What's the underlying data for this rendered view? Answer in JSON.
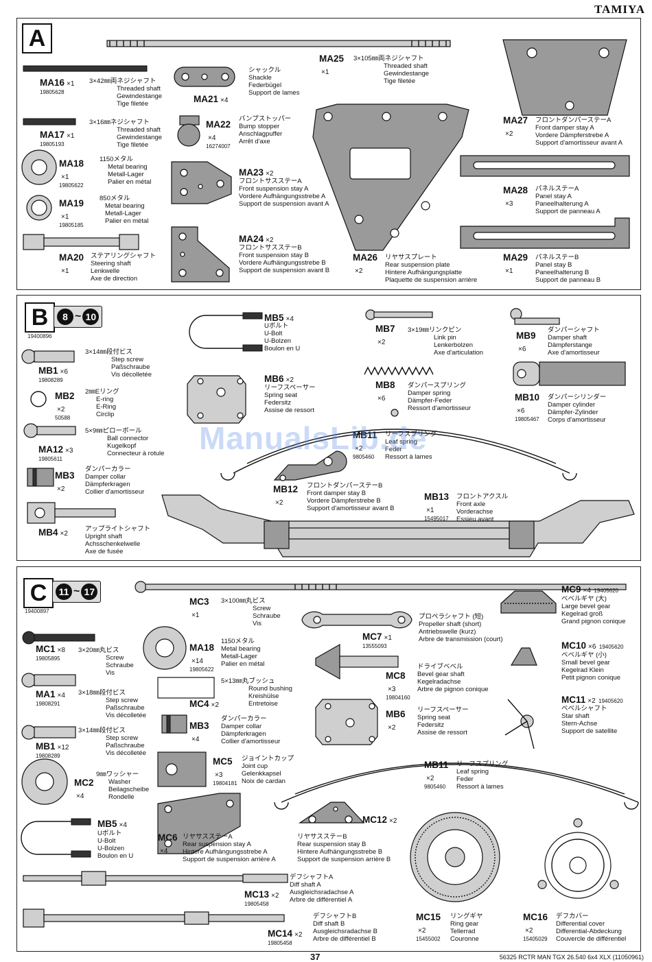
{
  "brand": "TAMIYA",
  "watermark": "ManualsLib.de",
  "footer": {
    "page": "37",
    "model": "56325 RCTR MAN TGX 26.540 6x4 XLX (11050961)"
  },
  "sections": {
    "A": {
      "letter": "A"
    },
    "B": {
      "letter": "B",
      "step_from": "8",
      "step_sep": "~",
      "step_to": "10",
      "pid": "19400896"
    },
    "C": {
      "letter": "C",
      "step_from": "11",
      "step_sep": "~",
      "step_to": "17",
      "pid": "19400897"
    }
  },
  "parts": {
    "MA16": {
      "code": "MA16",
      "qty": "×1",
      "num": "19805628",
      "desc": [
        "3×42㎜両ネジシャフト",
        "Threaded shaft",
        "Gewindestange",
        "Tige filetée"
      ]
    },
    "MA17": {
      "code": "MA17",
      "qty": "×1",
      "num": "19805193",
      "desc": [
        "3×16㎜ネジシャフト",
        "Threaded shaft",
        "Gewindestange",
        "Tige filetée"
      ]
    },
    "MA18": {
      "code": "MA18",
      "qty": "×1",
      "num": "19805622",
      "desc": [
        "1150メタル",
        "Metal bearing",
        "Metall-Lager",
        "Palier en métal"
      ]
    },
    "MA19": {
      "code": "MA19",
      "qty": "×1",
      "num": "19805185",
      "desc": [
        "850メタル",
        "Metal bearing",
        "Metall-Lager",
        "Palier en métal"
      ]
    },
    "MA20": {
      "code": "MA20",
      "qty": "×1",
      "num": "",
      "desc": [
        "ステアリングシャフト",
        "Steering shaft",
        "Lenkwelle",
        "Axe de direction"
      ]
    },
    "MA21": {
      "code": "MA21",
      "qty": "×4",
      "num": "",
      "desc": [
        "シャックル",
        "Shackle",
        "Federbügel",
        "Support de lames"
      ]
    },
    "MA22": {
      "code": "MA22",
      "qty": "×4",
      "num": "16274007",
      "desc": [
        "バンプストッパー",
        "Bump stopper",
        "Anschlagpuffer",
        "Arrêt d'axe"
      ]
    },
    "MA23": {
      "code": "MA23",
      "qty": "×2",
      "num": "",
      "desc": [
        "フロントサスステーA",
        "Front suspension stay A",
        "Vordere Aufhängungsstrebe A",
        "Support de suspension avant A"
      ]
    },
    "MA24": {
      "code": "MA24",
      "qty": "×2",
      "num": "",
      "desc": [
        "フロントサスステーB",
        "Front suspension stay B",
        "Vordere Aufhängungsstrebe B",
        "Support de suspension avant B"
      ]
    },
    "MA25": {
      "code": "MA25",
      "qty": "×1",
      "num": "",
      "desc": [
        "3×105㎜両ネジシャフト",
        "Threaded shaft",
        "Gewindestange",
        "Tige filetée"
      ]
    },
    "MA26": {
      "code": "MA26",
      "qty": "×2",
      "num": "",
      "desc": [
        "リヤサスプレート",
        "Rear suspension plate",
        "Hintere Aufhängungsplatte",
        "Plaquette de suspension arrière"
      ]
    },
    "MA27": {
      "code": "MA27",
      "qty": "×2",
      "num": "",
      "desc": [
        "フロントダンパーステーA",
        "Front damper stay A",
        "Vordere Dämpferstrebe A",
        "Support d'amortisseur avant A"
      ]
    },
    "MA28": {
      "code": "MA28",
      "qty": "×3",
      "num": "",
      "desc": [
        "パネルステーA",
        "Panel stay A",
        "Paneelhalterung A",
        "Support de panneau A"
      ]
    },
    "MA29": {
      "code": "MA29",
      "qty": "×1",
      "num": "",
      "desc": [
        "パネルステーB",
        "Panel stay B",
        "Paneelhalterung B",
        "Support de panneau B"
      ]
    },
    "MB1": {
      "code": "MB1",
      "qty": "×6",
      "num": "19808289",
      "desc": [
        "3×14㎜段付ビス",
        "Step screw",
        "Paßschraube",
        "Vis décolletée"
      ]
    },
    "MB2": {
      "code": "MB2",
      "qty": "×2",
      "num": "50588",
      "desc": [
        "2㎜Eリング",
        "E-ring",
        "E-Ring",
        "Circlip"
      ]
    },
    "MB12a": {
      "code": "MA12",
      "qty": "×3",
      "num": "19805611",
      "desc": [
        "5×9㎜ピローボール",
        "Ball connector",
        "Kugelkopf",
        "Connecteur à rotule"
      ]
    },
    "MB3": {
      "code": "MB3",
      "qty": "×2",
      "num": "",
      "desc": [
        "ダンパーカラー",
        "Damper collar",
        "Dämpferkragen",
        "Collier d'amortisseur"
      ]
    },
    "MB4": {
      "code": "MB4",
      "qty": "×2",
      "num": "",
      "desc": [
        "アップライトシャフト",
        "Upright shaft",
        "Achsschenkelwelle",
        "Axe de fusée"
      ]
    },
    "MB5": {
      "code": "MB5",
      "qty": "×4",
      "num": "",
      "desc": [
        "Uボルト",
        "U-Bolt",
        "U-Bolzen",
        "Boulon en U"
      ]
    },
    "MB6": {
      "code": "MB6",
      "qty": "×2",
      "num": "",
      "desc": [
        "リーフスペーサー",
        "Spring seat",
        "Federsitz",
        "Assise de ressort"
      ]
    },
    "MB7": {
      "code": "MB7",
      "qty": "×2",
      "num": "",
      "desc": [
        "3×19㎜リンクピン",
        "Link pin",
        "Lenkerbolzen",
        "Axe d'articulation"
      ]
    },
    "MB8": {
      "code": "MB8",
      "qty": "×6",
      "num": "",
      "desc": [
        "ダンパースプリング",
        "Damper spring",
        "Dämpfer-Feder",
        "Ressort d'amortisseur"
      ]
    },
    "MB9": {
      "code": "MB9",
      "qty": "×6",
      "num": "",
      "desc": [
        "ダンパーシャフト",
        "Damper shaft",
        "Dämpferstange",
        "Axe d'amortisseur"
      ]
    },
    "MB10": {
      "code": "MB10",
      "qty": "×6",
      "num": "19805467",
      "desc": [
        "ダンパーシリンダー",
        "Damper cylinder",
        "Dämpfer-Zylinder",
        "Corps d'amortisseur"
      ]
    },
    "MB11": {
      "code": "MB11",
      "qty": "×2",
      "num": "9805460",
      "desc": [
        "リーフスプリング",
        "Leaf spring",
        "Feder",
        "Ressort à lames"
      ]
    },
    "MB12": {
      "code": "MB12",
      "qty": "×2",
      "num": "",
      "desc": [
        "フロントダンパーステーB",
        "Front damper stay B",
        "Vordere Dämpferstrebe B",
        "Support d'amortisseur avant B"
      ]
    },
    "MB13": {
      "code": "MB13",
      "qty": "×1",
      "num": "15495017",
      "desc": [
        "フロントアクスル",
        "Front axle",
        "Vorderachse",
        "Essieu avant"
      ]
    },
    "MC3": {
      "code": "MC3",
      "qty": "×1",
      "num": "",
      "desc": [
        "3×100㎜丸ビス",
        "Screw",
        "Schraube",
        "Vis"
      ]
    },
    "MC1": {
      "code": "MC1",
      "qty": "×8",
      "num": "19805895",
      "desc": [
        "3×20㎜丸ビス",
        "Screw",
        "Schraube",
        "Vis"
      ]
    },
    "MA1": {
      "code": "MA1",
      "qty": "×4",
      "num": "19808291",
      "desc": [
        "3×18㎜段付ビス",
        "Step screw",
        "Paßschraube",
        "Vis décolletée"
      ]
    },
    "MB1c": {
      "code": "MB1",
      "qty": "×12",
      "num": "19808289",
      "desc": [
        "3×14㎜段付ビス",
        "Step screw",
        "Paßschraube",
        "Vis décolletée"
      ]
    },
    "MC2": {
      "code": "MC2",
      "qty": "×4",
      "num": "",
      "desc": [
        "9㎜ワッシャー",
        "Washer",
        "Beilagscheibe",
        "Rondelle"
      ]
    },
    "MB5c": {
      "code": "MB5",
      "qty": "×4",
      "num": "",
      "desc": [
        "Uボルト",
        "U-Bolt",
        "U-Bolzen",
        "Boulon en U"
      ]
    },
    "MA18c": {
      "code": "MA18",
      "qty": "×14",
      "num": "19805622",
      "desc": [
        "1150メタル",
        "Metal bearing",
        "Metall-Lager",
        "Palier en métal"
      ]
    },
    "MC4": {
      "code": "MC4",
      "qty": "×2",
      "num": "",
      "desc": [
        "5×13㎜丸ブッシュ",
        "Round bushing",
        "Kreishülse",
        "Entretoise"
      ]
    },
    "MB3c": {
      "code": "MB3",
      "qty": "×4",
      "num": "",
      "desc": [
        "ダンパーカラー",
        "Damper collar",
        "Dämpferkragen",
        "Collier d'amortisseur"
      ]
    },
    "MC5": {
      "code": "MC5",
      "qty": "×3",
      "num": "19804181",
      "desc": [
        "ジョイントカップ",
        "Joint cup",
        "Gelenkkapsel",
        "Noix de cardan"
      ]
    },
    "MC6": {
      "code": "MC6",
      "qty": "×4",
      "num": "",
      "desc": [
        "リヤサスステーA",
        "Rear suspension stay A",
        "Hintere Aufhängungsstrebe A",
        "Support de suspension arrière A"
      ]
    },
    "MC7": {
      "code": "MC7",
      "qty": "×1",
      "num": "13555093",
      "desc": [
        "プロペラシャフト (短)",
        "Propeller shaft (short)",
        "Antriebswelle (kurz)",
        "Arbre de transmission (court)"
      ]
    },
    "MC8": {
      "code": "MC8",
      "qty": "×3",
      "num": "19804160",
      "desc": [
        "ドライブベベル",
        "Bevel gear shaft",
        "Kegelradachse",
        "Arbre de pignon conique"
      ]
    },
    "MB6c": {
      "code": "MB6",
      "qty": "×2",
      "num": "",
      "desc": [
        "リーフスペーサー",
        "Spring seat",
        "Federsitz",
        "Assise de ressort"
      ]
    },
    "MB11c": {
      "code": "MB11",
      "qty": "×2",
      "num": "9805460",
      "desc": [
        "リーフスプリング",
        "Leaf spring",
        "Feder",
        "Ressort à lames"
      ]
    },
    "MC12": {
      "code": "MC12",
      "qty": "×2",
      "num": "",
      "desc": [
        "リヤサスステーB",
        "Rear suspension stay B",
        "Hintere Aufhängungsstrebe B",
        "Support de suspension arrière B"
      ]
    },
    "MC9": {
      "code": "MC9",
      "qty": "×4",
      "num": "19405620",
      "desc": [
        "ベベルギヤ (大)",
        "Large bevel gear",
        "Kegelrad groß",
        "Grand pignon conique"
      ]
    },
    "MC10": {
      "code": "MC10",
      "qty": "×6",
      "num": "19405620",
      "desc": [
        "ベベルギヤ (小)",
        "Small bevel gear",
        "Kegelrad Klein",
        "Petit pignon conique"
      ]
    },
    "MC11": {
      "code": "MC11",
      "qty": "×2",
      "num": "19405620",
      "desc": [
        "ベベルシャフト",
        "Star shaft",
        "Stern-Achse",
        "Support de satellite"
      ]
    },
    "MC13": {
      "code": "MC13",
      "qty": "×2",
      "num": "19805458",
      "desc": [
        "デフシャフトA",
        "Diff shaft A",
        "Ausgleichsradachse A",
        "Arbre de différentiel A"
      ]
    },
    "MC14": {
      "code": "MC14",
      "qty": "×2",
      "num": "19805458",
      "desc": [
        "デフシャフトB",
        "Diff shaft B",
        "Ausgleichsradachse B",
        "Arbre de différentiel B"
      ]
    },
    "MC15": {
      "code": "MC15",
      "qty": "×2",
      "num": "15455002",
      "desc": [
        "リングギヤ",
        "Ring gear",
        "Tellerrad",
        "Couronne"
      ]
    },
    "MC16": {
      "code": "MC16",
      "qty": "×2",
      "num": "15405029",
      "desc": [
        "デフカバー",
        "Differential cover",
        "Differential-Abdeckung",
        "Couvercle de différentiel"
      ]
    }
  }
}
